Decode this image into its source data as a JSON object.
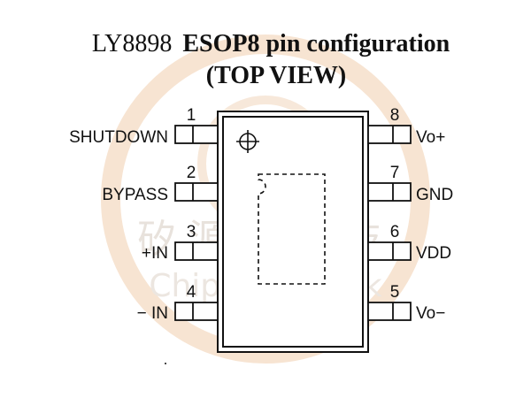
{
  "title": {
    "part_number": "LY8898",
    "heading": "ESOP8 pin configuration",
    "subheading": "(TOP VIEW)"
  },
  "watermark": {
    "chinese": "矽源特科技",
    "english": "ChipSourceTek",
    "ring_color": "#f4dcc4"
  },
  "pins": [
    {
      "number": "1",
      "name": "SHUTDOWN"
    },
    {
      "number": "2",
      "name": "BYPASS"
    },
    {
      "number": "3",
      "name": "+IN"
    },
    {
      "number": "4",
      "name": "− IN"
    },
    {
      "number": "5",
      "name": "Vo−"
    },
    {
      "number": "6",
      "name": "VDD"
    },
    {
      "number": "7",
      "name": "GND"
    },
    {
      "number": "8",
      "name": "Vo+"
    }
  ]
}
